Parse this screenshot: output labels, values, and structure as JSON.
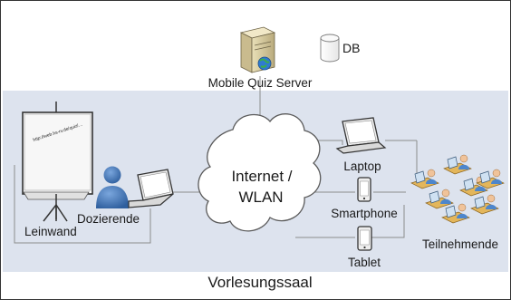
{
  "server": {
    "label": "Mobile Quiz Server"
  },
  "database": {
    "label": "DB"
  },
  "network": {
    "line1": "Internet /",
    "line2": "WLAN"
  },
  "screen": {
    "label": "Leinwand",
    "url_text": "http://web.hs-rv.de/quiz/..."
  },
  "lecturer": {
    "label": "Dozierende"
  },
  "devices": {
    "laptop": "Laptop",
    "smartphone": "Smartphone",
    "tablet": "Tablet"
  },
  "participants": {
    "label": "Teilnehmende"
  },
  "room": {
    "label": "Vorlesungssaal"
  },
  "colors": {
    "room_fill": "#dde3ee",
    "frame": "#333333",
    "lines": "#8c8c8c",
    "person": "#3a70b5"
  }
}
